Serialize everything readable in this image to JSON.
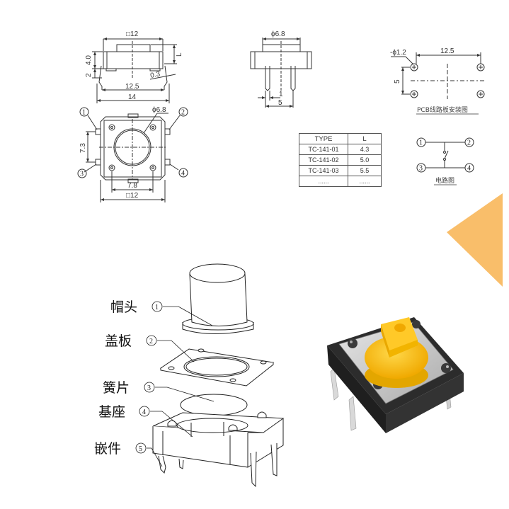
{
  "side_view": {
    "width_label": "□12",
    "height_body": "4.0",
    "pin_height": "2",
    "stroke_label": "L",
    "pin_thickness": "0.3",
    "pin_pitch": "12.5",
    "overall_width": "14"
  },
  "top_view": {
    "cap_diameter": "ϕ6.8",
    "pin_spacing_v": "7.3",
    "hole_spacing": "7.8",
    "body_size": "□12",
    "pins": [
      "1",
      "2",
      "3",
      "4"
    ]
  },
  "front_view": {
    "cap_diameter": "ϕ6.8",
    "pin_width": "1",
    "pin_spacing": "5"
  },
  "pcb_layout": {
    "hole_diameter": "-ϕ1.2",
    "horizontal_pitch": "12.5",
    "vertical_pitch": "5",
    "caption": "PCB线路板安装图"
  },
  "type_table": {
    "headers": [
      "TYPE",
      "L"
    ],
    "rows": [
      [
        "TC-141-01",
        "4.3"
      ],
      [
        "TC-141-02",
        "5.0"
      ],
      [
        "TC-141-03",
        "5.5"
      ],
      [
        "......",
        "......"
      ]
    ]
  },
  "circuit": {
    "pins": [
      "1",
      "2",
      "3",
      "4"
    ],
    "caption": "电路图"
  },
  "exploded_view": {
    "parts": [
      {
        "name": "帽头",
        "index": "1"
      },
      {
        "name": "盖板",
        "index": "2"
      },
      {
        "name": "簧片",
        "index": "3"
      },
      {
        "name": "基座",
        "index": "4"
      },
      {
        "name": "嵌件",
        "index": "5"
      }
    ]
  },
  "colors": {
    "accent_triangle": "#F9BE6A",
    "cap_yellow": "#F8C21B",
    "body_black": "#2B2B2B",
    "plate_silver": "#C9C9C9"
  }
}
